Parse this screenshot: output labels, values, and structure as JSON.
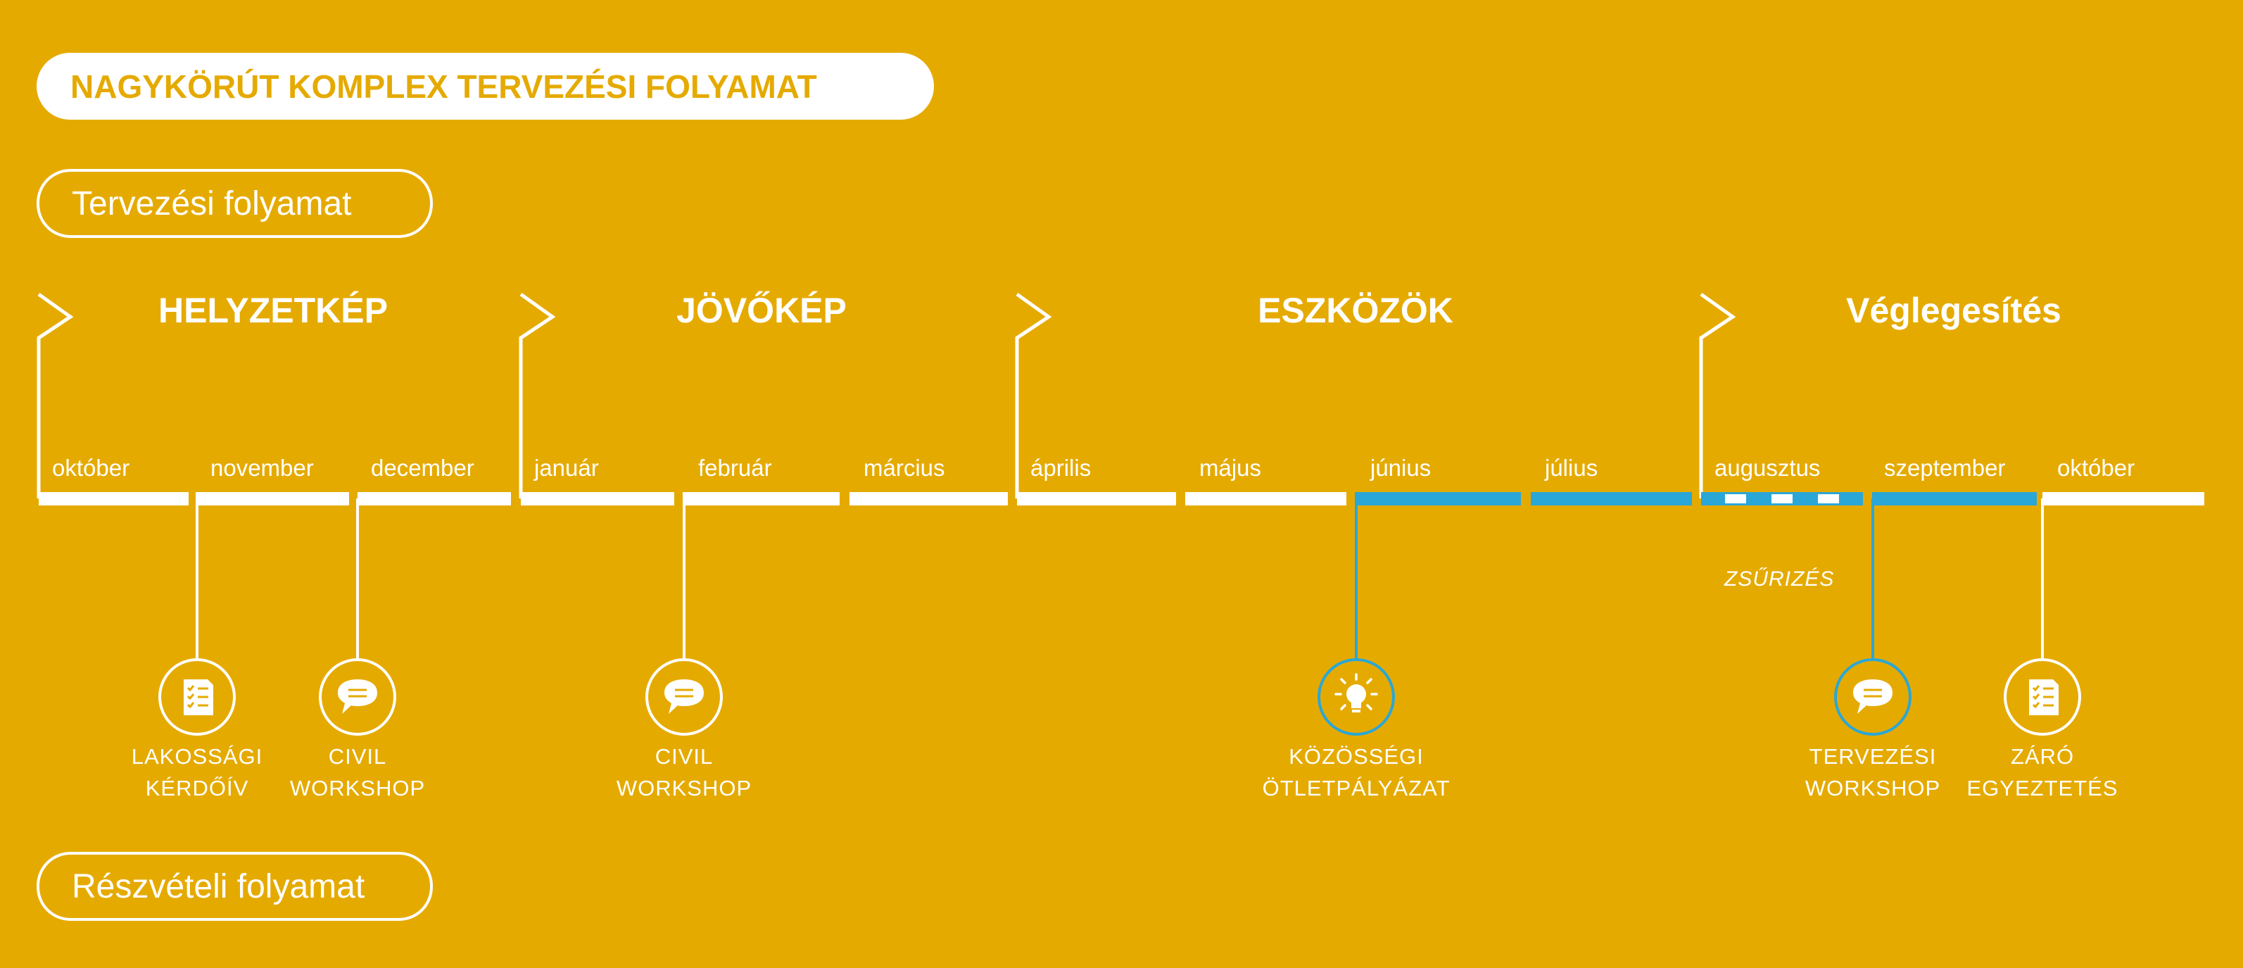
{
  "title": "NAGYKÖRÚT KOMPLEX TERVEZÉSI FOLYAMAT",
  "planning_label": "Tervezési folyamat",
  "participation_label": "Részvételi folyamat",
  "phases": [
    "HELYZETKÉP",
    "JÖVŐKÉP",
    "ESZKÖZÖK",
    "Véglegesítés"
  ],
  "months": [
    "október",
    "november",
    "december",
    "január",
    "február",
    "március",
    "április",
    "május",
    "június",
    "július",
    "augusztus",
    "szeptember",
    "október"
  ],
  "jury_label": "ZSŰRIZÉS",
  "events": [
    {
      "line1": "LAKOSSÁGI",
      "line2": "KÉRDŐÍV",
      "icon": "checklist-icon",
      "highlight": false
    },
    {
      "line1": "CIVIL",
      "line2": "WORKSHOP",
      "icon": "speech-bubble-icon",
      "highlight": false
    },
    {
      "line1": "CIVIL",
      "line2": "WORKSHOP",
      "icon": "speech-bubble-icon",
      "highlight": false
    },
    {
      "line1": "KÖZÖSSÉGI",
      "line2": "ÖTLETPÁLYÁZAT",
      "icon": "lightbulb-icon",
      "highlight": true
    },
    {
      "line1": "TERVEZÉSI",
      "line2": "WORKSHOP",
      "icon": "speech-bubble-icon",
      "highlight": true
    },
    {
      "line1": "ZÁRÓ",
      "line2": "EGYEZTETÉS",
      "icon": "checklist-icon",
      "highlight": false
    }
  ],
  "colors": {
    "background": "#E5AA00",
    "accent": "#2AA7D6",
    "line": "#FFFFFF"
  }
}
